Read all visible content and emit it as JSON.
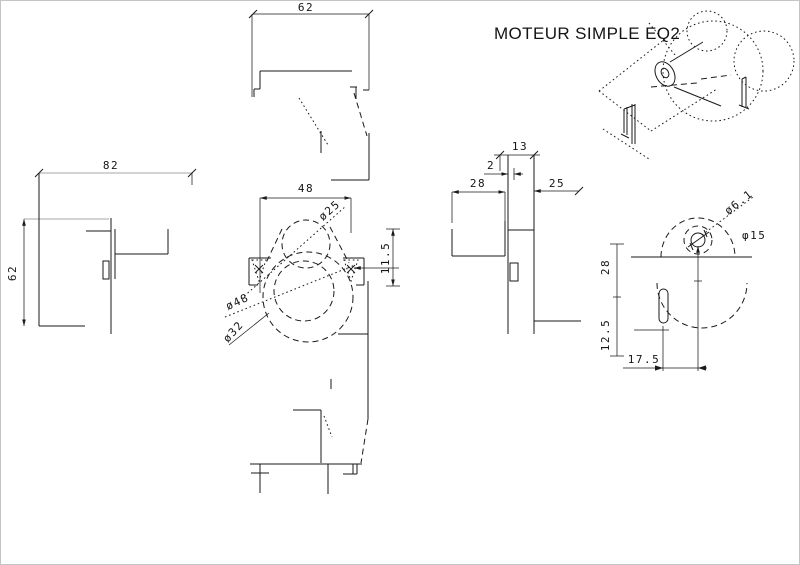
{
  "title": "MOTEUR SIMPLE EQ2",
  "drawing": {
    "top_view": {
      "width": "62"
    },
    "left_view": {
      "width": "82",
      "height": "62"
    },
    "front_view": {
      "flange_width": "48",
      "dia_small": "ø25",
      "dia_big": "ø48",
      "dia_inner": "ø32",
      "hole_offset": "11.5"
    },
    "side_view": {
      "arm_width": "13",
      "plate_thickness": "2",
      "body_depth": "28",
      "arm_length": "25"
    },
    "shaft_view": {
      "hole_dia": "ø6.1",
      "shaft_dia": "φ15",
      "height_upper": "28",
      "height_lower": "12.5",
      "slot_offset": "17.5"
    }
  }
}
